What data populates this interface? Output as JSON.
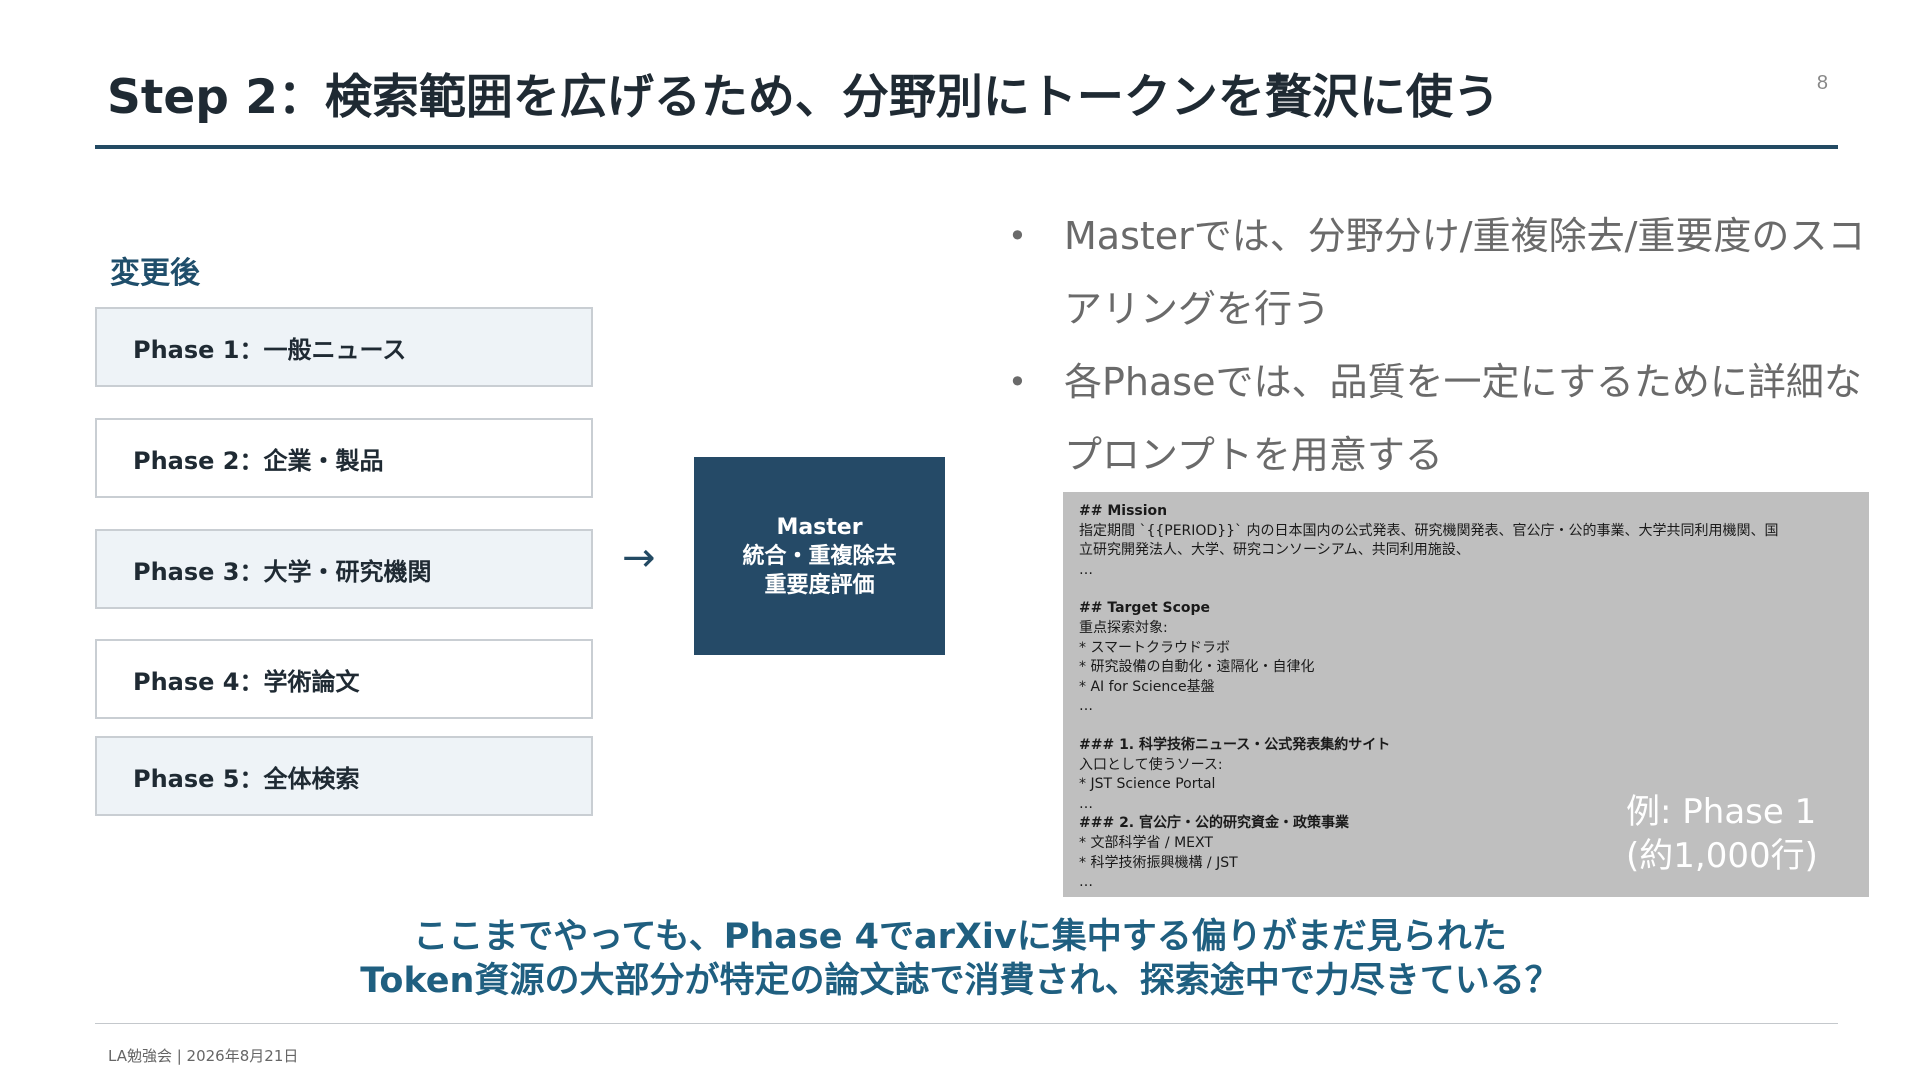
{
  "slide": {
    "title": "Step 2：検索範囲を広げるため、分野別にトークンを贅沢に使う",
    "page_number": "8"
  },
  "left": {
    "label": "変更後",
    "phases": [
      "Phase 1：一般ニュース",
      "Phase 2：企業・製品",
      "Phase 3：大学・研究機関",
      "Phase 4：学術論文",
      "Phase 5：全体検索"
    ],
    "arrow": "→",
    "master": {
      "line1": "Master",
      "line2": "統合・重複除去",
      "line3": "重要度評価"
    }
  },
  "bullets": [
    "Masterでは、分野分け/重複除去/重要度のスコアリングを行う",
    "各Phaseでは、品質を一定にするために詳細なプロンプトを用意する"
  ],
  "prompt_example": {
    "lines": [
      "## Mission",
      "指定期間 `{{PERIOD}}` 内の日本国内の公式発表、研究機関発表、官公庁・公的事業、大学共同利用機関、国",
      "立研究開発法人、大学、研究コンソーシアム、共同利用施設、",
      "…",
      "## Target Scope",
      "重点探索対象:",
      "* スマートクラウドラボ",
      "* 研究設備の自動化・遠隔化・自律化",
      "* AI for Science基盤",
      "…",
      "### 1. 科学技術ニュース・公式発表集約サイト",
      "入口として使うソース:",
      "* JST Science Portal",
      "…",
      "### 2. 官公庁・公的研究資金・政策事業",
      "* 文部科学省 / MEXT",
      "* 科学技術振興機構 / JST",
      "…"
    ],
    "caption_line1": "例: Phase 1",
    "caption_line2": "(約1,000行)"
  },
  "summary": {
    "line1": "ここまでやっても、Phase 4でarXivに集中する偏りがまだ見られた",
    "line2": "Token資源の大部分が特定の論文誌で消費され、探索途中で力尽きている？"
  },
  "footer": "LA勉強会 | 2026年8月21日"
}
